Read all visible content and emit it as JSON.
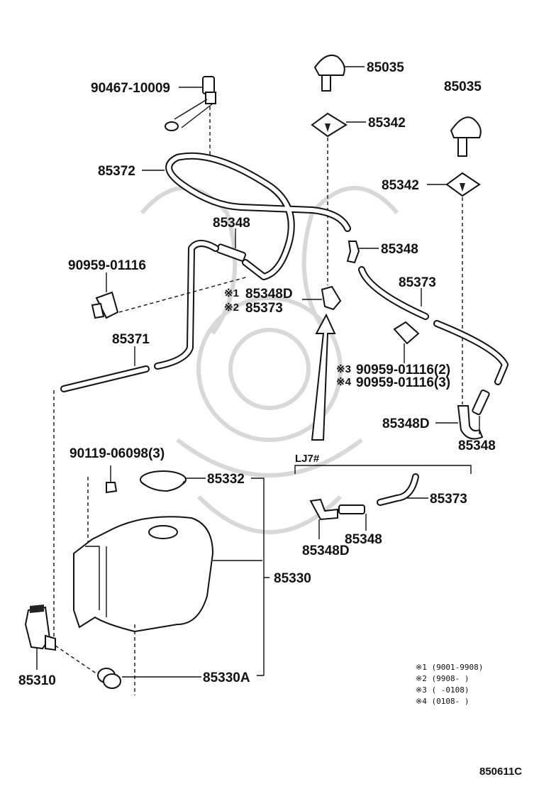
{
  "diagram": {
    "drawing_code": "850611C",
    "inset_title": "LJ7#",
    "labels": {
      "nozzle_left": "85035",
      "nozzle_right": "85035",
      "bolt_top": "90467-10009",
      "seat_left": "85342",
      "seat_right": "85342",
      "hose_long": "85372",
      "joint_left": "85348",
      "joint_right": "85348",
      "clamp_left": "90959-01116",
      "elbow_center": "85348D",
      "hose_center": "85373",
      "hose_right": "85373",
      "hose_lower_left": "85371",
      "clamp_right_a": "90959-01116(2)",
      "clamp_right_b": "90959-01116(3)",
      "elbow_right": "85348D",
      "joint_right_lower": "85348",
      "bolt_tank": "90119-06098(3)",
      "cap": "85332",
      "inset_hose": "85373",
      "inset_joint": "85348",
      "inset_elbow": "85348D",
      "tank": "85330",
      "pump": "85310",
      "grommet": "85330A"
    },
    "marks": {
      "m1": "※1",
      "m2": "※2",
      "m3": "※3",
      "m4": "※4"
    },
    "footnotes": [
      "※1 (9001-9908)",
      "※2 (9908-      )",
      "※3 (      -0108)",
      "※4 (0108-      )"
    ]
  }
}
